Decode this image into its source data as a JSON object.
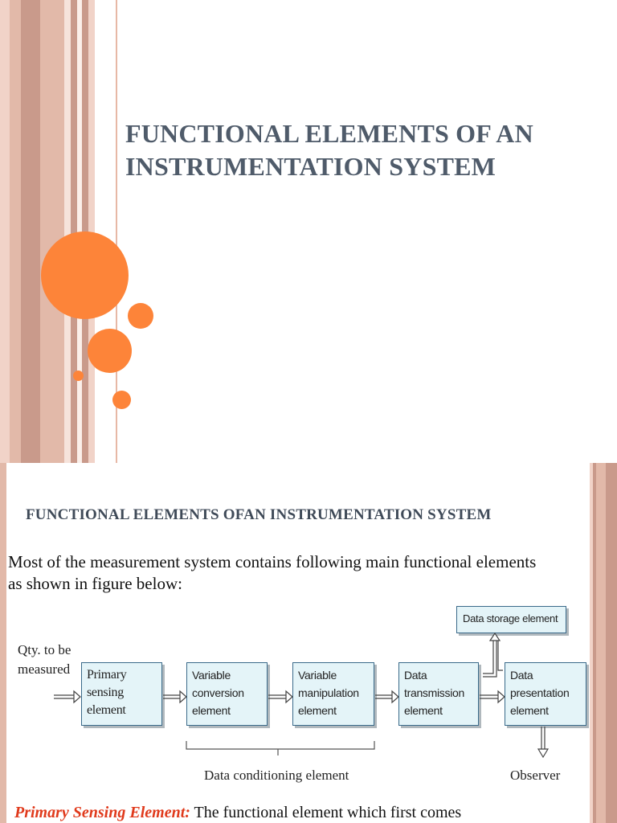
{
  "slide1": {
    "title_line1": "FUNCTIONAL ELEMENTS OF AN",
    "title_line2": "INSTRUMENTATION SYSTEM",
    "accent_color": "#fd8439"
  },
  "slide2": {
    "heading": "FUNCTIONAL ELEMENTS OFAN INSTRUMENTATION SYSTEM",
    "intro_line1": "Most of the measurement system contains following main functional elements",
    "intro_line2": "as shown in figure below:",
    "diagram": {
      "input_label_line1": "Qty. to be",
      "input_label_line2": "measured",
      "boxes": [
        {
          "line1": "Primary",
          "line2": "sensing",
          "line3": "element"
        },
        {
          "line1": "Variable",
          "line2": "conversion",
          "line3": "element"
        },
        {
          "line1": "Variable",
          "line2": "manipulation",
          "line3": "element"
        },
        {
          "line1": "Data",
          "line2": "transmission",
          "line3": "element"
        },
        {
          "line1": "Data",
          "line2": "presentation",
          "line3": "element"
        }
      ],
      "storage_box": "Data storage element",
      "conditioning_label": "Data conditioning element",
      "observer_label": "Observer"
    },
    "bottom": {
      "term": "Primary Sensing Element:",
      "text": " The functional element which first comes"
    }
  }
}
